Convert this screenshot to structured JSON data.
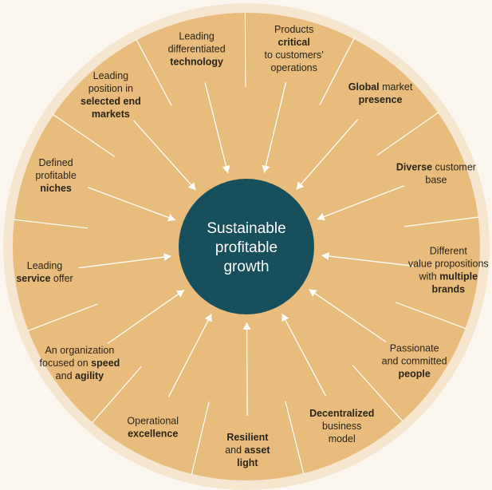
{
  "colors": {
    "background": "#fbf7ef",
    "outer_ring": "#f6e6cf",
    "segment_fill": "#e8bc7c",
    "divider": "#ffffff",
    "center_fill": "#184f5c",
    "arrow": "#ffffff",
    "text": "#2a2418"
  },
  "center": {
    "lines": [
      "Sustainable",
      "profitable",
      "growth"
    ]
  },
  "segments": [
    {
      "lines": [
        [
          {
            "t": "Leading",
            "b": false
          }
        ],
        [
          {
            "t": "differentiated",
            "b": false
          }
        ],
        [
          {
            "t": "technology",
            "b": true
          }
        ]
      ]
    },
    {
      "lines": [
        [
          {
            "t": "Products",
            "b": false
          }
        ],
        [
          {
            "t": "critical",
            "b": true
          }
        ],
        [
          {
            "t": "to customers’",
            "b": false
          }
        ],
        [
          {
            "t": "operations",
            "b": false
          }
        ]
      ]
    },
    {
      "lines": [
        [
          {
            "t": "Global",
            "b": true
          },
          {
            "t": " market",
            "b": false
          }
        ],
        [
          {
            "t": "presence",
            "b": true
          }
        ]
      ]
    },
    {
      "lines": [
        [
          {
            "t": "Diverse",
            "b": true
          },
          {
            "t": " customer",
            "b": false
          }
        ],
        [
          {
            "t": "base",
            "b": false
          }
        ]
      ]
    },
    {
      "lines": [
        [
          {
            "t": "Different",
            "b": false
          }
        ],
        [
          {
            "t": "value propositions",
            "b": false
          }
        ],
        [
          {
            "t": "with ",
            "b": false
          },
          {
            "t": "multiple",
            "b": true
          }
        ],
        [
          {
            "t": "brands",
            "b": true
          }
        ]
      ]
    },
    {
      "lines": [
        [
          {
            "t": "Passionate",
            "b": false
          }
        ],
        [
          {
            "t": "and committed",
            "b": false
          }
        ],
        [
          {
            "t": "people",
            "b": true
          }
        ]
      ]
    },
    {
      "lines": [
        [
          {
            "t": "Decentralized",
            "b": true
          }
        ],
        [
          {
            "t": "business",
            "b": false
          }
        ],
        [
          {
            "t": "model",
            "b": false
          }
        ]
      ]
    },
    {
      "lines": [
        [
          {
            "t": "Resilient",
            "b": true
          }
        ],
        [
          {
            "t": "and ",
            "b": false
          },
          {
            "t": "asset",
            "b": true
          }
        ],
        [
          {
            "t": "light",
            "b": true
          }
        ]
      ]
    },
    {
      "lines": [
        [
          {
            "t": "Operational",
            "b": false
          }
        ],
        [
          {
            "t": "excellence",
            "b": true
          }
        ]
      ]
    },
    {
      "lines": [
        [
          {
            "t": "An organization",
            "b": false
          }
        ],
        [
          {
            "t": "focused on ",
            "b": false
          },
          {
            "t": "speed",
            "b": true
          }
        ],
        [
          {
            "t": "and ",
            "b": false
          },
          {
            "t": "agility",
            "b": true
          }
        ]
      ]
    },
    {
      "lines": [
        [
          {
            "t": "Leading",
            "b": false
          }
        ],
        [
          {
            "t": "service",
            "b": true
          },
          {
            "t": " offer",
            "b": false
          }
        ]
      ]
    },
    {
      "lines": [
        [
          {
            "t": "Defined",
            "b": false
          }
        ],
        [
          {
            "t": "profitable",
            "b": false
          }
        ],
        [
          {
            "t": "niches",
            "b": true
          }
        ]
      ]
    },
    {
      "lines": [
        [
          {
            "t": "Leading",
            "b": false
          }
        ],
        [
          {
            "t": "position in",
            "b": false
          }
        ],
        [
          {
            "t": "selected end",
            "b": true
          }
        ],
        [
          {
            "t": "markets",
            "b": true
          }
        ]
      ]
    }
  ]
}
